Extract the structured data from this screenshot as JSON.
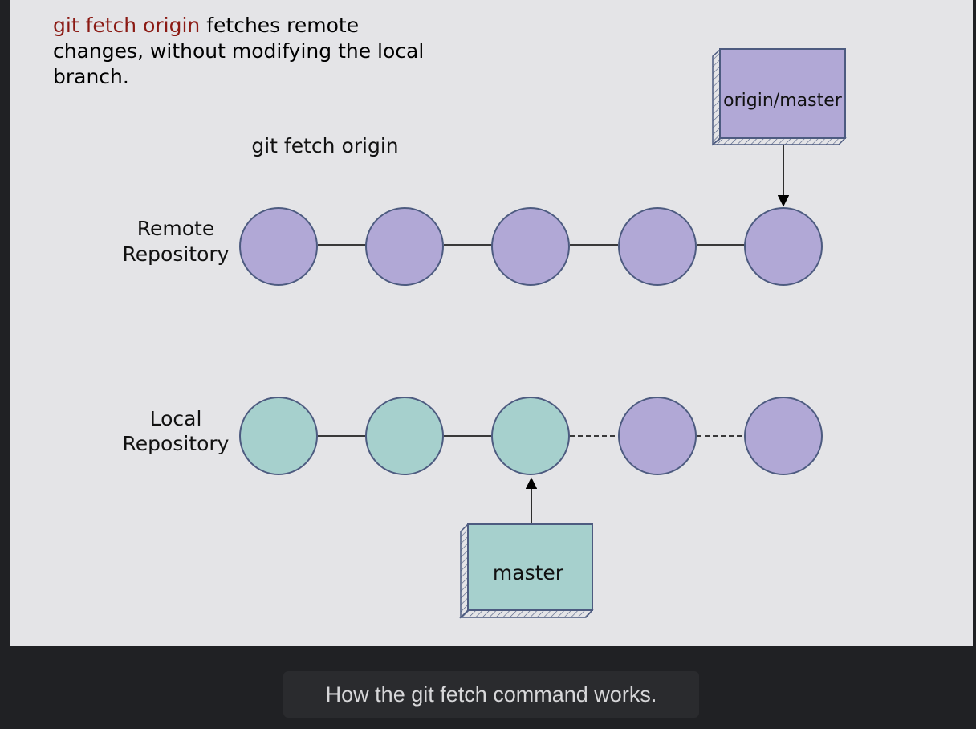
{
  "description": {
    "command": "git fetch origin",
    "rest_line1": " fetches remote",
    "line2": "changes, without modifying the local",
    "line3": "branch."
  },
  "diagram": {
    "command_label": "git fetch origin",
    "remote_label": [
      "Remote",
      "Repository"
    ],
    "local_label": [
      "Local",
      "Repository"
    ],
    "remote_branch_label": "origin/master",
    "local_branch_label": "master",
    "remote_commits": 5,
    "local_commits_fetched": 3,
    "local_commits_pending": 2,
    "colors": {
      "remote_commit": "#b1a8d6",
      "local_commit": "#a6d0cd",
      "outline": "#4d5b80",
      "command_highlight": "#8b1a14"
    }
  },
  "caption": "How the git fetch command works."
}
